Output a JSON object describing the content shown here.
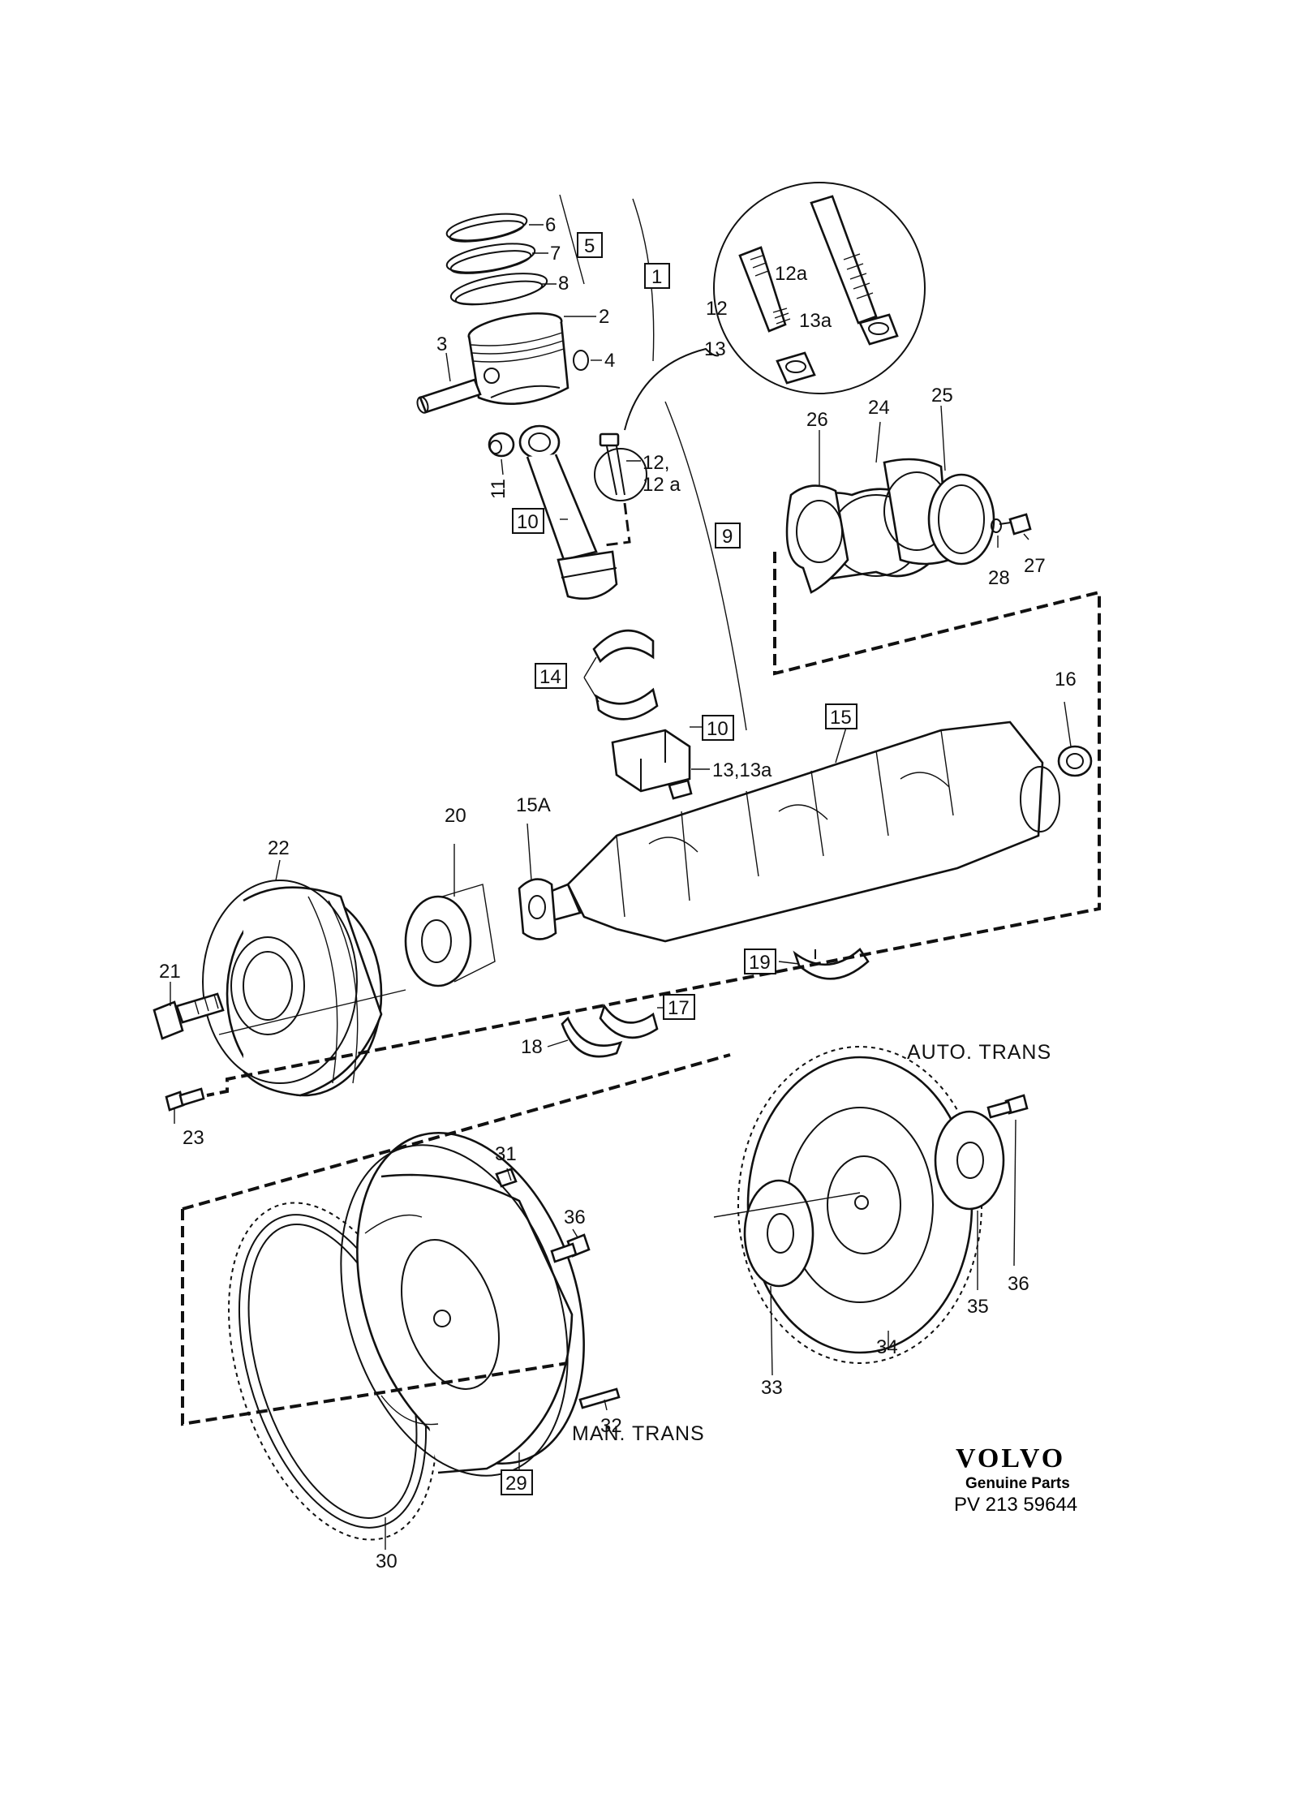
{
  "callouts": {
    "c1": "1",
    "c2": "2",
    "c3": "3",
    "c4": "4",
    "c5": "5",
    "c6": "6",
    "c7": "7",
    "c8": "8",
    "c9": "9",
    "c10a": "10",
    "c10b": "10",
    "c11": "11",
    "c12": "12",
    "c12a": "12a",
    "c12b": "12,",
    "c12c": "12 a",
    "c13": "13",
    "c13a": "13a",
    "c13b": "13,13a",
    "c14": "14",
    "c15": "15",
    "c15a": "15A",
    "c16": "16",
    "c17": "17",
    "c18": "18",
    "c19": "19",
    "c20": "20",
    "c21": "21",
    "c22": "22",
    "c23": "23",
    "c24": "24",
    "c25": "25",
    "c26": "26",
    "c27": "27",
    "c28": "28",
    "c29": "29",
    "c30": "30",
    "c31": "31",
    "c32": "32",
    "c33": "33",
    "c34": "34",
    "c35": "35",
    "c36a": "36",
    "c36b": "36"
  },
  "captions": {
    "auto_trans": "AUTO. TRANS",
    "man_trans": "MAN. TRANS"
  },
  "branding": {
    "brand": "VOLVO",
    "tagline": "Genuine Parts",
    "code": "PV 213 59644"
  }
}
